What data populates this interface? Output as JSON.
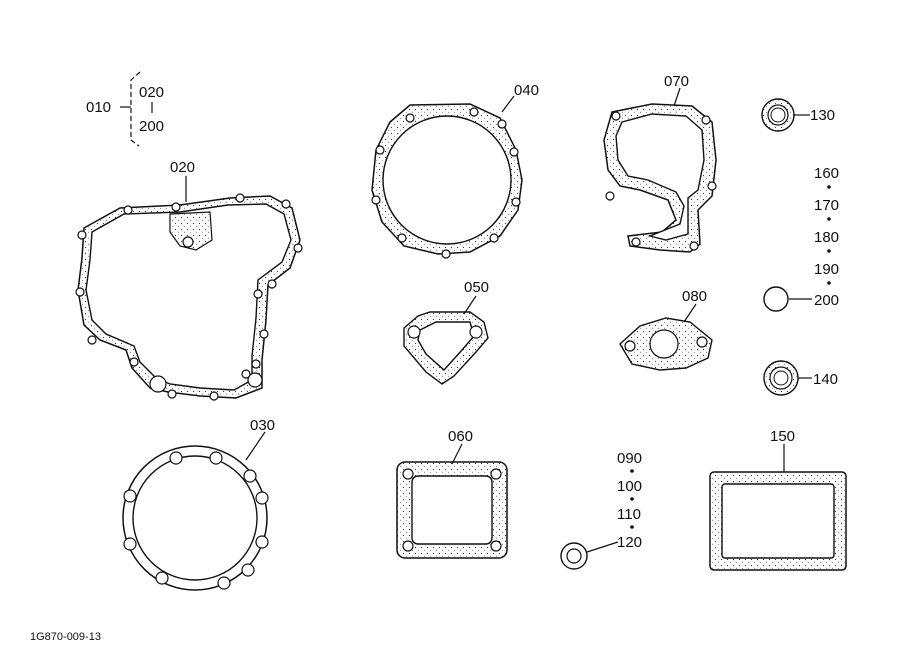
{
  "labels": {
    "p010": "010",
    "p020_top": "020",
    "p200_top": "200",
    "p020": "020",
    "p030": "030",
    "p040": "040",
    "p050": "050",
    "p060": "060",
    "p070": "070",
    "p080": "080",
    "p090": "090",
    "p100": "100",
    "p110": "110",
    "p120": "120",
    "p130": "130",
    "p140": "140",
    "p150": "150",
    "p160": "160",
    "p170": "170",
    "p180": "180",
    "p190": "190",
    "p200": "200"
  },
  "diagram_code": "1G870-009-13",
  "colors": {
    "line": "#111111",
    "stipple": "#e9e9e9",
    "background": "#ffffff"
  }
}
